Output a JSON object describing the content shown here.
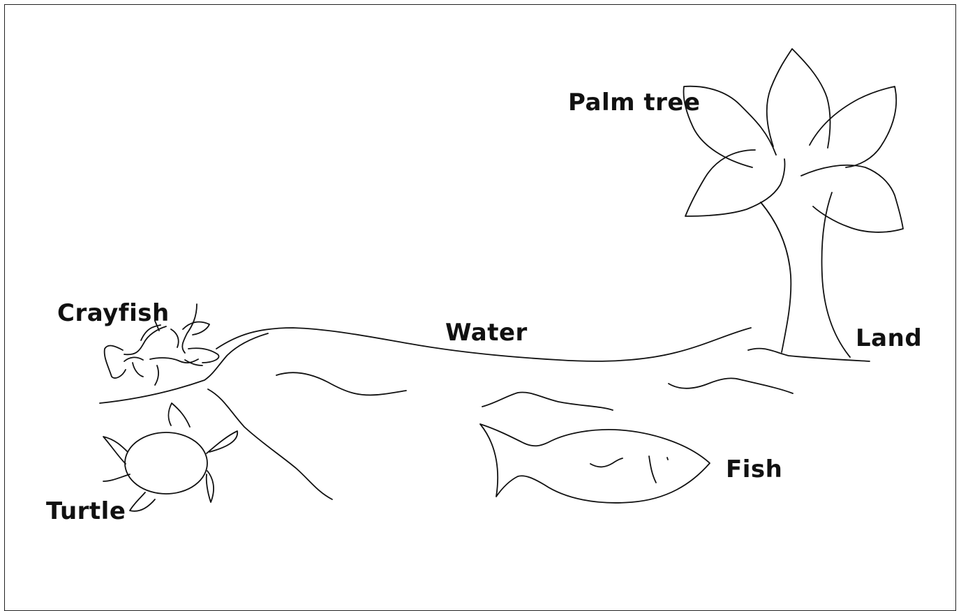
{
  "labels": {
    "palm_tree": "Palm tree",
    "crayfish": "Crayfish",
    "water": "Water",
    "land": "Land",
    "fish": "Fish",
    "turtle": "Turtle"
  },
  "colors": {
    "ink": "#111111",
    "background": "#ffffff",
    "frame": "#222222"
  }
}
